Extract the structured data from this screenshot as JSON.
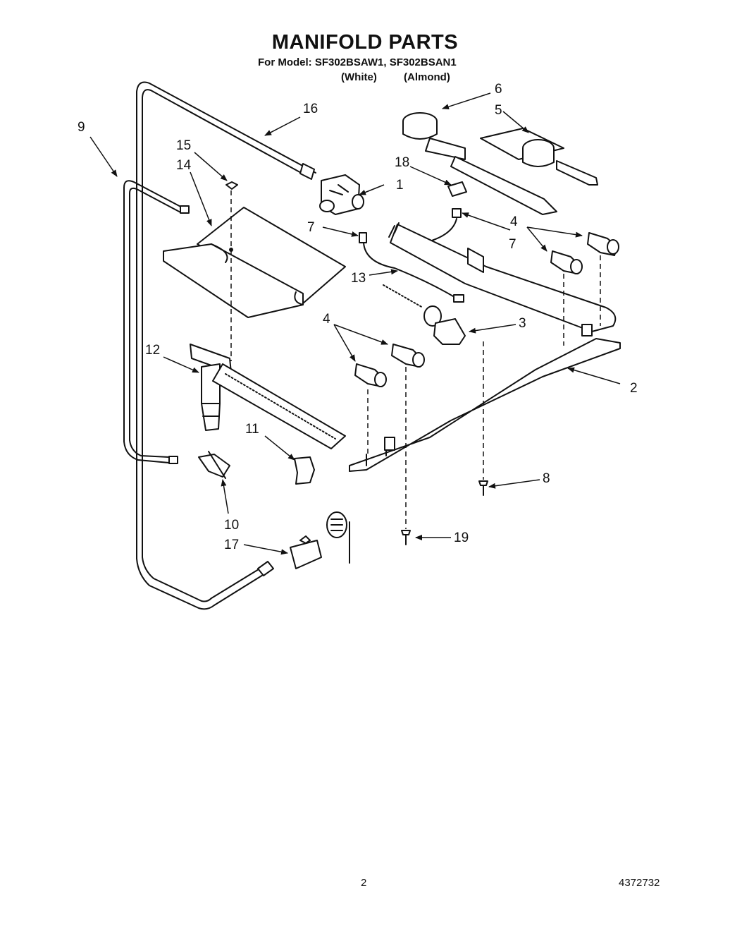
{
  "header": {
    "title": "MANIFOLD PARTS",
    "models": "For Model: SF302BSAW1, SF302BSAN1",
    "variants": [
      "(White)",
      "(Almond)"
    ]
  },
  "footer": {
    "page_number": "2",
    "document_number": "4372732"
  },
  "callouts": [
    {
      "key": "c1",
      "label": "1"
    },
    {
      "key": "c2",
      "label": "2"
    },
    {
      "key": "c3",
      "label": "3"
    },
    {
      "key": "c4a",
      "label": "4"
    },
    {
      "key": "c4b",
      "label": "4"
    },
    {
      "key": "c5",
      "label": "5"
    },
    {
      "key": "c6",
      "label": "6"
    },
    {
      "key": "c7a",
      "label": "7"
    },
    {
      "key": "c7b",
      "label": "7"
    },
    {
      "key": "c8",
      "label": "8"
    },
    {
      "key": "c9",
      "label": "9"
    },
    {
      "key": "c10",
      "label": "10"
    },
    {
      "key": "c11",
      "label": "11"
    },
    {
      "key": "c12",
      "label": "12"
    },
    {
      "key": "c13",
      "label": "13"
    },
    {
      "key": "c14",
      "label": "14"
    },
    {
      "key": "c15",
      "label": "15"
    },
    {
      "key": "c16",
      "label": "16"
    },
    {
      "key": "c17",
      "label": "17"
    },
    {
      "key": "c18",
      "label": "18"
    },
    {
      "key": "c19",
      "label": "19"
    }
  ]
}
